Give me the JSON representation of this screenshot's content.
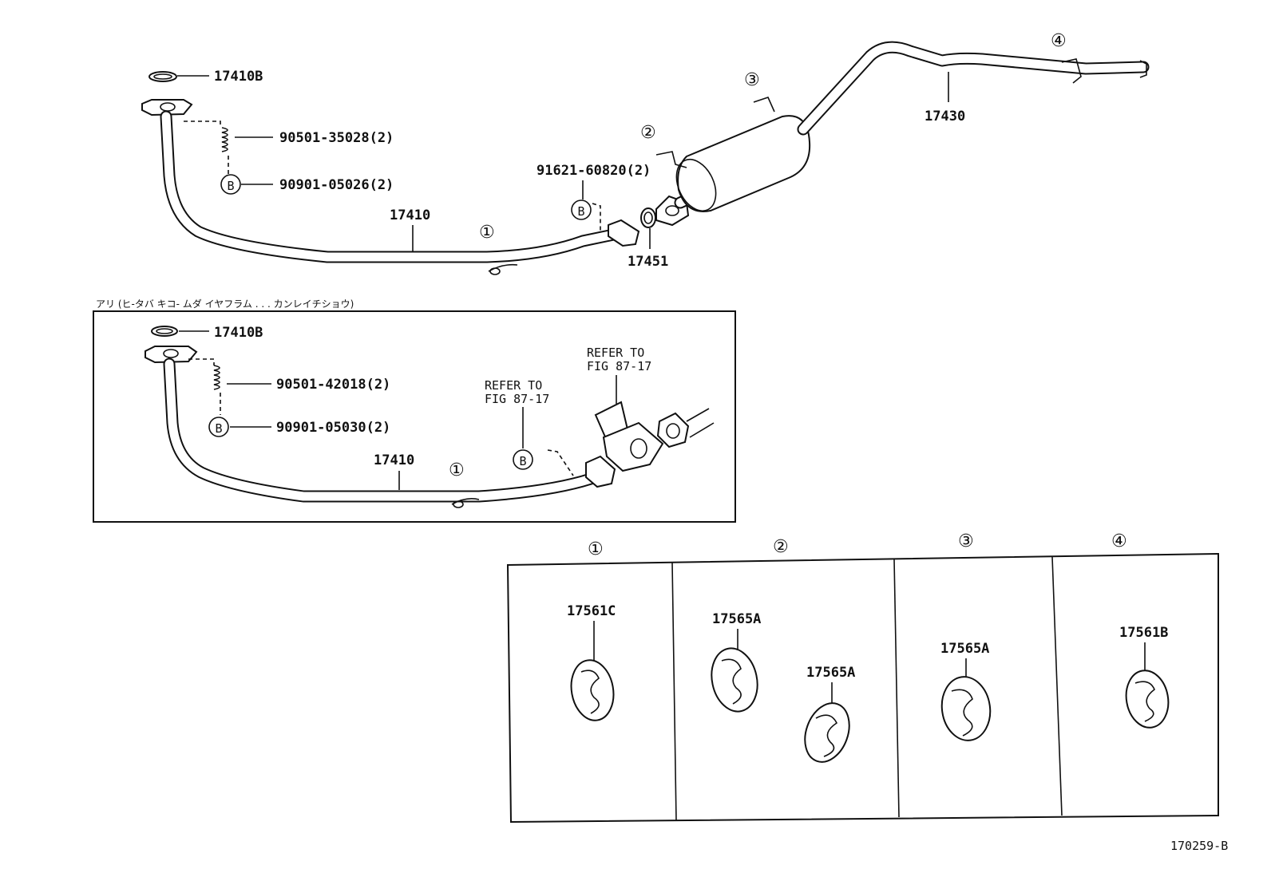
{
  "main": {
    "gasket_top": "17410B",
    "spring_top": "90501-35028(2)",
    "bolt_top": "90901-05026(2)",
    "bolt_mark": "B",
    "pipe_front": "17410",
    "nut_front": "91621-60820(2)",
    "gasket_mid": "17451",
    "pipe_tail": "17430",
    "marker_1": "①",
    "marker_2": "②",
    "marker_3": "③",
    "marker_4": "④"
  },
  "variant": {
    "caption": "アリ (ヒ-タバ キコ- ムダ イヤフラム . . . カンレイチショウ)",
    "gasket": "17410B",
    "spring": "90501-42018(2)",
    "bolt": "90901-05030(2)",
    "pipe": "17410",
    "refer_1_line1": "REFER TO",
    "refer_1_line2": "FIG 87-17",
    "refer_2_line1": "REFER TO",
    "refer_2_line2": "FIG 87-17"
  },
  "hangers": {
    "headers": [
      "①",
      "②",
      "③",
      "④"
    ],
    "part_1": "17561C",
    "part_2a": "17565A",
    "part_2b": "17565A",
    "part_3": "17565A",
    "part_4": "17561B"
  },
  "figure_id": "170259-B"
}
